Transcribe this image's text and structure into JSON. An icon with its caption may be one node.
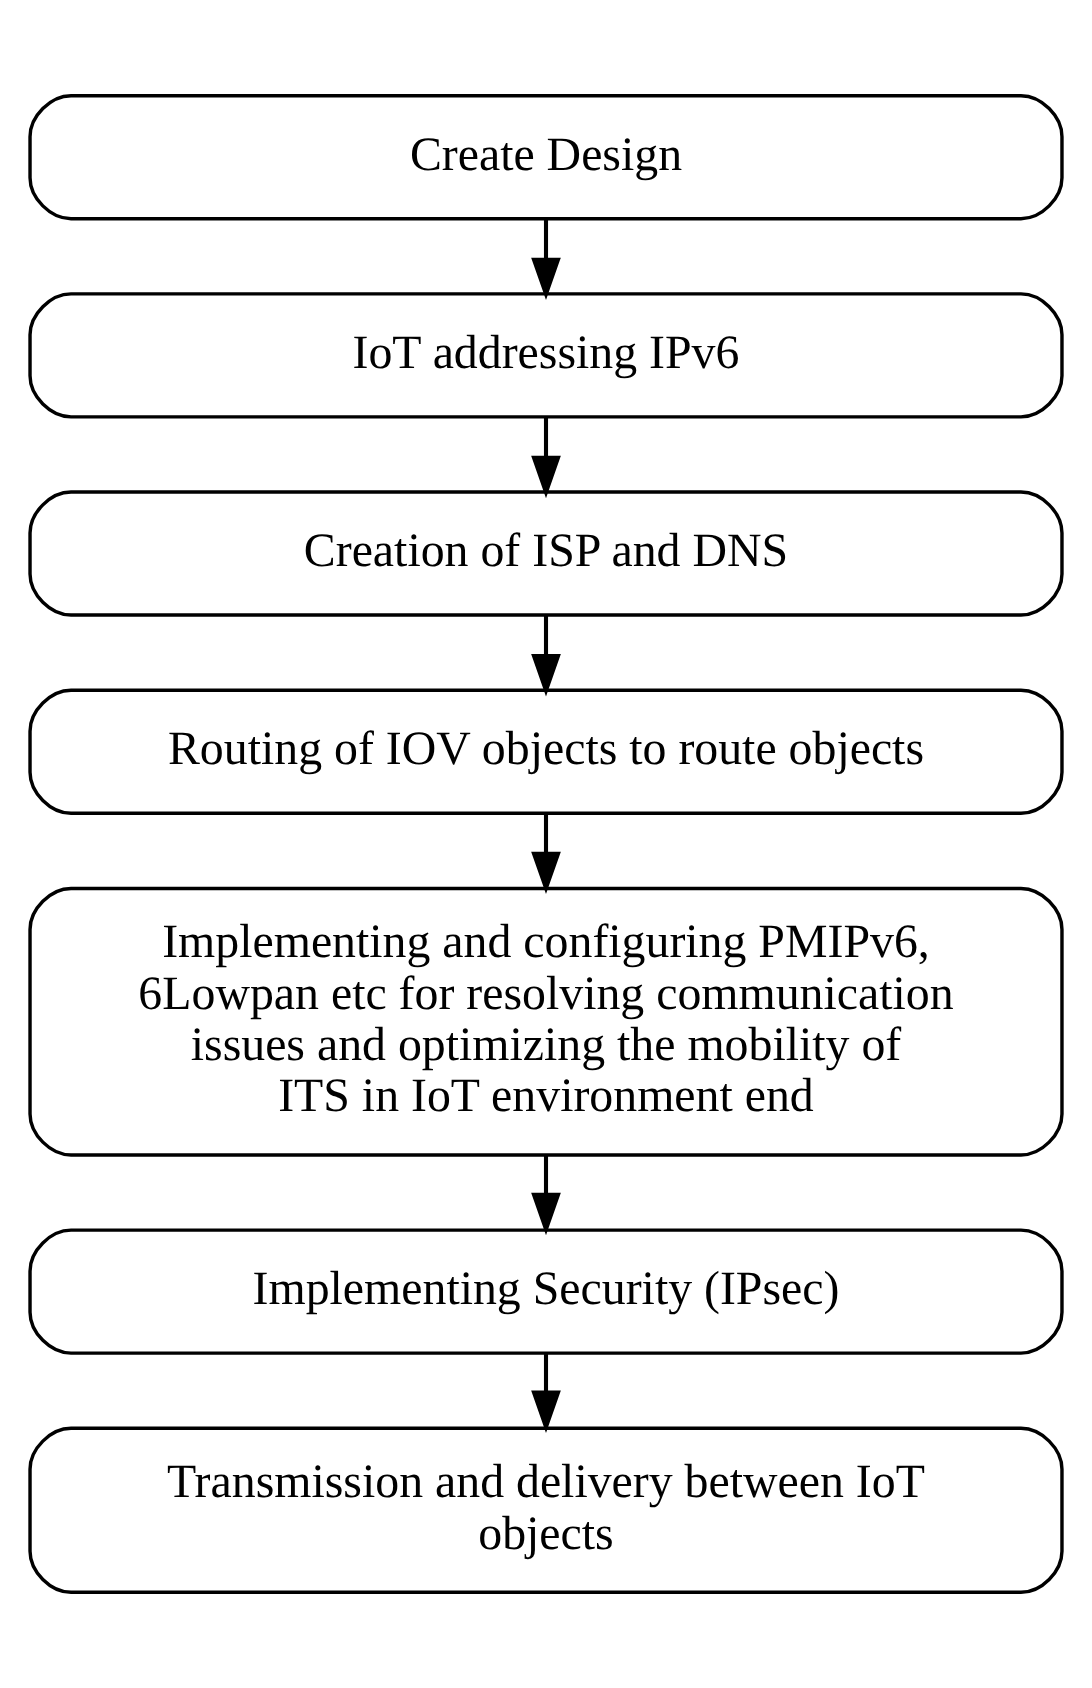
{
  "diagram": {
    "nodes": [
      {
        "text": [
          "Create Design"
        ]
      },
      {
        "text": [
          "IoT addressing IPv6"
        ]
      },
      {
        "text": [
          "Creation of ISP and DNS"
        ]
      },
      {
        "text": [
          "Routing of IOV objects to route objects"
        ]
      },
      {
        "text": [
          "Implementing and configuring PMIPv6, 6Lowpan etc for resolving communication issues and optimizing the mobility of ITS in IoT environment end"
        ]
      },
      {
        "text": [
          "Implementing Security (IPsec)"
        ]
      },
      {
        "text": [
          "Transmission and delivery between IoT objects"
        ]
      }
    ],
    "edges": [
      {
        "from": 0,
        "to": 1,
        "arrow": "to"
      },
      {
        "from": 1,
        "to": 2,
        "arrow": "to"
      },
      {
        "from": 2,
        "to": 3,
        "arrow": "to"
      },
      {
        "from": 3,
        "to": 4,
        "arrow": "to"
      },
      {
        "from": 4,
        "to": 5,
        "arrow": "to"
      },
      {
        "from": 5,
        "to": 6,
        "arrow": "to"
      }
    ]
  }
}
